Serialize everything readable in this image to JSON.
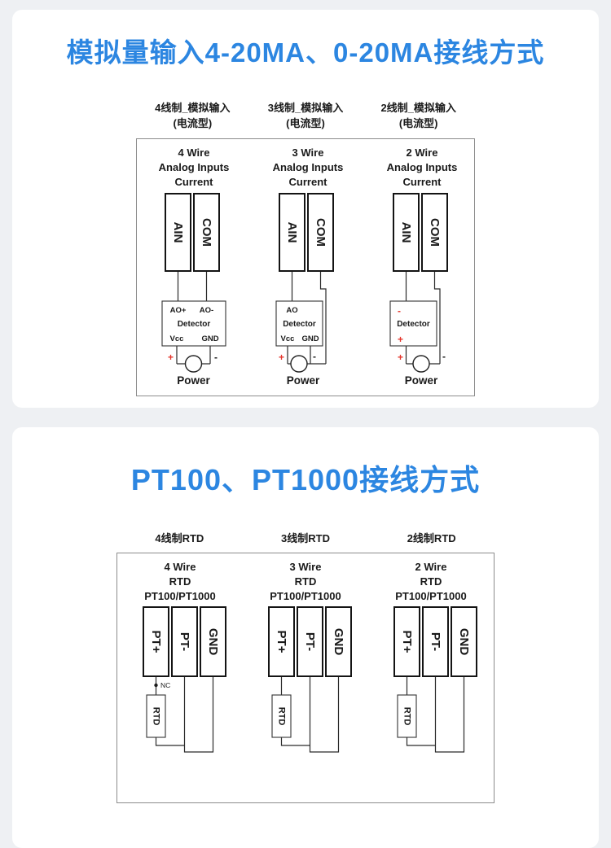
{
  "theme": {
    "accent_blue": "#2c86e1",
    "mark_red": "#e5352b",
    "page_bg": "#eef0f3"
  },
  "analog": {
    "title": "模拟量输入4-20MA、0-20MA接线方式",
    "columns": [
      {
        "head1": "4线制_模拟输入",
        "head2": "(电流型)",
        "sub1": "4 Wire",
        "sub2": "Analog Inputs",
        "sub3": "Current",
        "terminal_left": "AIN",
        "terminal_right": "COM",
        "det_top_left": "AO+",
        "det_top_right": "AO-",
        "det_name": "Detector",
        "det_bot_left": "Vcc",
        "det_bot_right": "GND",
        "plus": "+",
        "minus": "-",
        "power": "Power"
      },
      {
        "head1": "3线制_模拟输入",
        "head2": "(电流型)",
        "sub1": "3 Wire",
        "sub2": "Analog Inputs",
        "sub3": "Current",
        "terminal_left": "AIN",
        "terminal_right": "COM",
        "det_top_left": "AO",
        "det_name": "Detector",
        "det_bot_left": "Vcc",
        "det_bot_right": "GND",
        "plus": "+",
        "minus": "-",
        "power": "Power"
      },
      {
        "head1": "2线制_模拟输入",
        "head2": "(电流型)",
        "sub1": "2 Wire",
        "sub2": "Analog Inputs",
        "sub3": "Current",
        "terminal_left": "AIN",
        "terminal_right": "COM",
        "det_minus": "-",
        "det_name": "Detector",
        "det_plus": "+",
        "plus": "+",
        "minus": "-",
        "power": "Power"
      }
    ]
  },
  "rtd": {
    "title": "PT100、PT1000接线方式",
    "columns": [
      {
        "head": "4线制RTD",
        "sub1": "4 Wire",
        "sub2": "RTD",
        "sub3": "PT100/PT1000",
        "t1": "PT+",
        "t2": "PT-",
        "t3": "GND",
        "rtd": "RTD",
        "nc": "NC"
      },
      {
        "head": "3线制RTD",
        "sub1": "3 Wire",
        "sub2": "RTD",
        "sub3": "PT100/PT1000",
        "t1": "PT+",
        "t2": "PT-",
        "t3": "GND",
        "rtd": "RTD"
      },
      {
        "head": "2线制RTD",
        "sub1": "2 Wire",
        "sub2": "RTD",
        "sub3": "PT100/PT1000",
        "t1": "PT+",
        "t2": "PT-",
        "t3": "GND",
        "rtd": "RTD"
      }
    ]
  }
}
